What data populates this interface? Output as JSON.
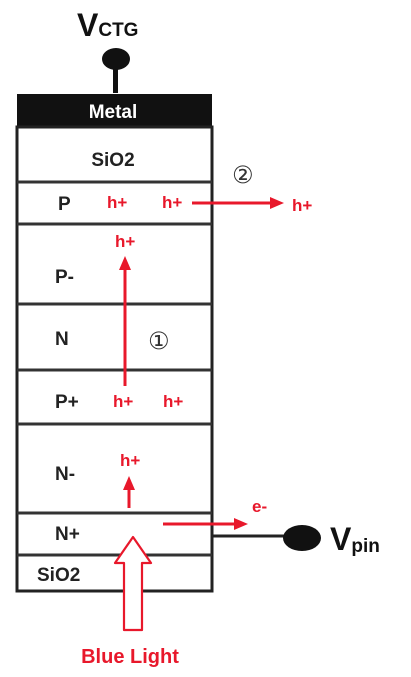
{
  "terminals": {
    "top_main": "V",
    "top_sub": "CTG",
    "right_main": "V",
    "right_sub": "pin"
  },
  "layers": {
    "metal": "Metal",
    "sio2_top": "SiO2",
    "p": "P",
    "p_minus": "P-",
    "n": "N",
    "p_plus": "P+",
    "n_minus": "N-",
    "n_plus": "N+",
    "sio2_bottom": "SiO2"
  },
  "carriers": {
    "p_h1": "h+",
    "p_h2": "h+",
    "lateral_out": "h+",
    "pminus_h": "h+",
    "pplus_h1": "h+",
    "pplus_h2": "h+",
    "nminus_h": "h+",
    "electron": "e-"
  },
  "steps": {
    "one": "①",
    "two": "②"
  },
  "caption": "Blue Light",
  "colors": {
    "accent_red": "#e8182b",
    "dark": "#111111",
    "divider": "#333333"
  }
}
